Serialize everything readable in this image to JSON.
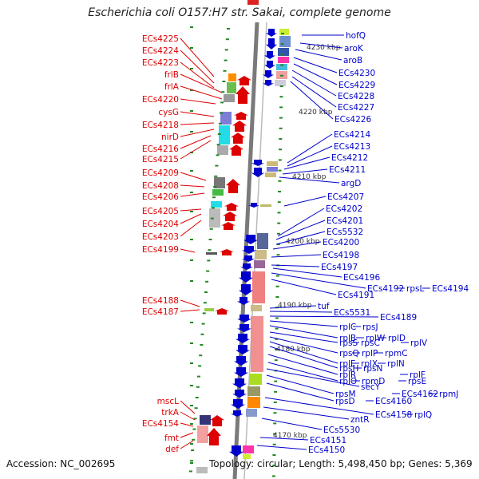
{
  "title": "Escherichia coli O157:H7 str. Sakai, complete genome",
  "footer": {
    "accession": "Accession: NC_002695",
    "stats": "Topology: circular; Length: 5,498,450 bp; Genes: 5,369"
  },
  "colors": {
    "left": "#dd0000",
    "right": "#0000cc",
    "spine": "#7a7a7a",
    "tick": "#228822"
  },
  "kbp_marks": [
    "4230 kbp",
    "4220 kbp",
    "4210 kbp",
    "4200 kbp",
    "4190 kbp",
    "4180 kbp",
    "4170 kbp"
  ],
  "left_genes": [
    "ECs4225",
    "ECs4224",
    "ECs4223",
    "frlB",
    "frlA",
    "ECs4220",
    "cysG",
    "ECs4218",
    "nirD",
    "ECs4216",
    "ECs4215",
    "ECs4209",
    "ECs4208",
    "ECs4206",
    "ECs4205",
    "ECs4204",
    "ECs4203",
    "ECs4199",
    "ECs4188",
    "ECs4187",
    "mscL",
    "trkA",
    "ECs4154",
    "fmt",
    "def"
  ],
  "right_genes": [
    [
      "hofQ"
    ],
    [
      "aroK"
    ],
    [
      "aroB"
    ],
    [
      "ECs4230"
    ],
    [
      "ECs4229"
    ],
    [
      "ECs4228"
    ],
    [
      "ECs4227"
    ],
    [
      "ECs4226"
    ],
    [
      "ECs4214"
    ],
    [
      "ECs4213"
    ],
    [
      "ECs4212"
    ],
    [
      "ECs4211"
    ],
    [
      "argD"
    ],
    [
      "ECs4207"
    ],
    [
      "ECs4202"
    ],
    [
      "ECs4201"
    ],
    [
      "ECs5532"
    ],
    [
      "ECs4200"
    ],
    [
      "ECs4198"
    ],
    [
      "ECs4197"
    ],
    [
      "ECs4196"
    ],
    [
      "ECs4192",
      "rpsL",
      "ECs4194"
    ],
    [
      "ECs4191"
    ],
    [
      "tuf"
    ],
    [
      "ECs5531"
    ],
    [
      "ECs4189"
    ],
    [
      "rplC",
      "rpsJ"
    ],
    [
      "rplB",
      "rplW",
      "rplD"
    ],
    [
      "rpsS",
      "rpsC",
      "rplV"
    ],
    [
      "rpsQ",
      "rplP",
      "rpmC"
    ],
    [
      "rplE",
      "rplX",
      "rplN"
    ],
    [
      "rpsH",
      "rpsN"
    ],
    [
      "rplR",
      "rplF"
    ],
    [
      "rplO",
      "rpmD",
      "rpsE"
    ],
    [
      "secY"
    ],
    [
      "rpsM",
      "ECs4162",
      "rpmJ"
    ],
    [
      "rpsD",
      "ECs4160"
    ],
    [
      "ECs4158",
      "rplQ"
    ],
    [
      "zntR"
    ],
    [
      "ECs5530"
    ],
    [
      "ECs4151"
    ],
    [
      "ECs4150"
    ]
  ]
}
